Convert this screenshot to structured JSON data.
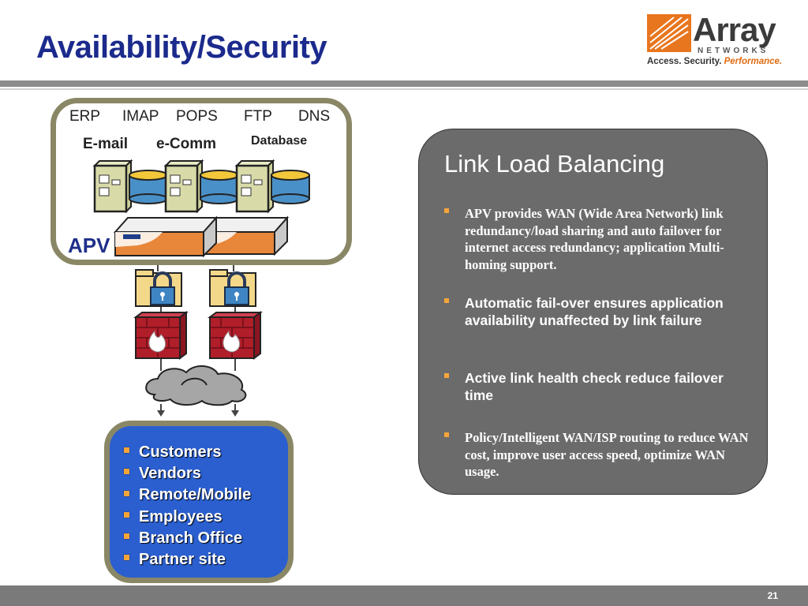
{
  "header": {
    "title": "Availability/Security"
  },
  "logo": {
    "word": "Array",
    "sub": "NETWORKS",
    "tagline_main": "Access. Security.",
    "tagline_accent": "Performance."
  },
  "diagram": {
    "services_row1": [
      "ERP",
      "IMAP",
      "POPS",
      "FTP",
      "DNS"
    ],
    "services_row2": [
      "E-mail",
      "e-Comm"
    ],
    "database_label": "Database",
    "apv_label": "APV",
    "audiences": [
      "Customers",
      "Vendors",
      "Remote/Mobile",
      "Employees",
      "Branch Office",
      "Partner site"
    ]
  },
  "panel": {
    "title": "Link Load Balancing",
    "items": [
      "APV provides WAN (Wide Area Network) link redundancy/load sharing and auto failover for internet access redundancy; application Multi-homing support.",
      "Automatic fail-over ensures application availability unaffected by link failure",
      "Active link health check reduce failover time",
      "Policy/Intelligent WAN/ISP routing to reduce WAN cost, improve user access speed, optimize WAN usage."
    ]
  },
  "footer": {
    "page_number": "21"
  },
  "colors": {
    "title_blue": "#1b2a8c",
    "accent_orange": "#e06b10",
    "panel_gray": "#6b6b6b",
    "box_border": "#8a8766",
    "audience_blue": "#2b5fcf",
    "firewall_red": "#b01e2a"
  }
}
